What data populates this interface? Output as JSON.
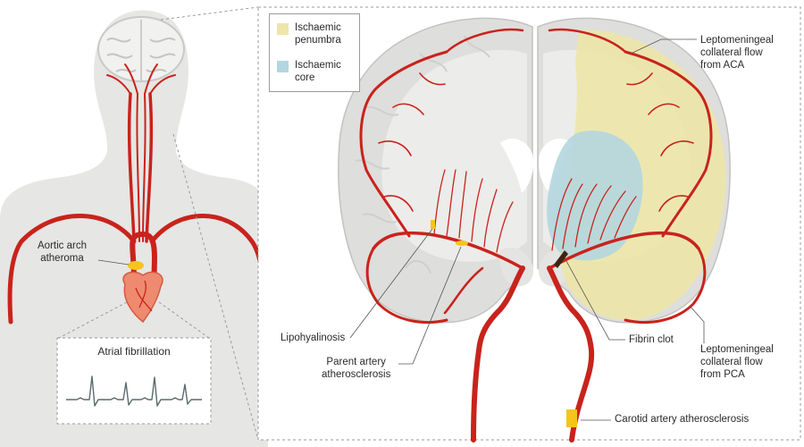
{
  "legend": {
    "penumbra": {
      "label": "Ischaemic\npenumbra",
      "color": "#ede6a6"
    },
    "core": {
      "label": "Ischaemic\ncore",
      "color": "#b4d6df"
    }
  },
  "labels": {
    "aortic_arch": "Aortic arch\natheroma",
    "atrial_fibrillation": "Atrial fibrillation",
    "lepto_aca": "Leptomeningeal\ncollateral flow\nfrom ACA",
    "lepto_pca": "Leptomeningeal\ncollateral flow\nfrom PCA",
    "lipohyalinosis": "Lipohyalinosis",
    "parent_artery": "Parent artery\natherosclerosis",
    "fibrin_clot": "Fibrin clot",
    "carotid": "Carotid artery atherosclerosis"
  },
  "colors": {
    "artery": "#c8231c",
    "brain_grey": "#dededc",
    "white_matter": "#ececea",
    "body_grey": "#e6e6e4",
    "plaque": "#f5c51c",
    "heart": "#ee8a6f"
  },
  "icons": [
    "brain-icon",
    "heart-icon",
    "ecg-trace-icon"
  ]
}
